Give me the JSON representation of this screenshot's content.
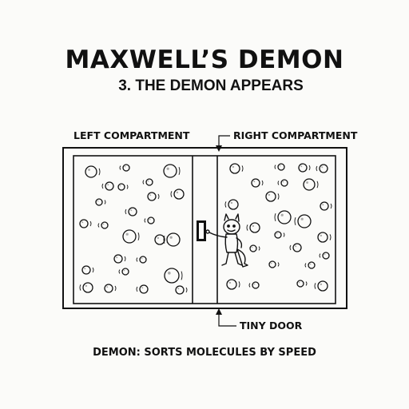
{
  "title": "MAXWELL’S DEMON",
  "subtitle": "3. THE DEMON APPEARS",
  "labels": {
    "left_compartment": "LEFT COMPARTMENT",
    "right_compartment": "RIGHT COMPARTMENT",
    "tiny_door": "TINY DOOR"
  },
  "caption": "DEMON: SORTS MOLECULES BY SPEED",
  "colors": {
    "ink": "#111111",
    "background": "#fbfbf9"
  },
  "icons": [
    "demon-figure",
    "door-icon",
    "molecule-icon"
  ]
}
